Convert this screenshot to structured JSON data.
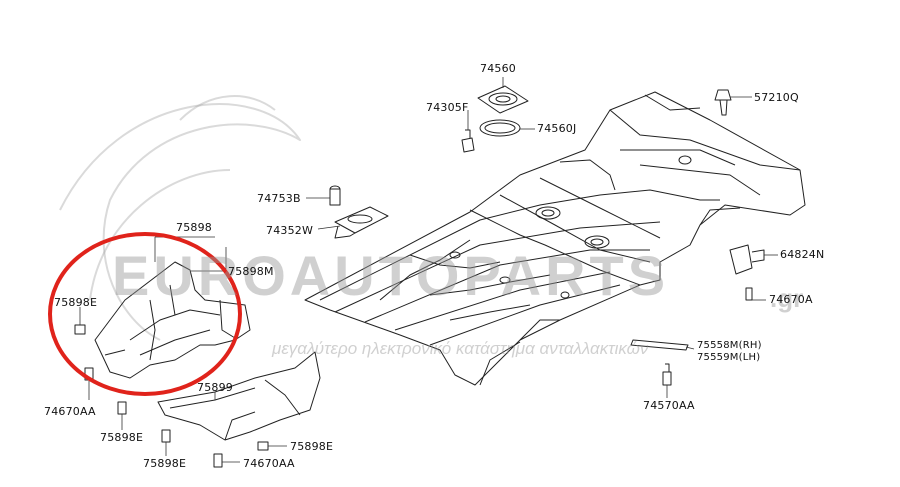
{
  "watermark": {
    "brand": "EUROAUTOPARTS",
    "suffix": ".gr",
    "tagline": "μεγαλύτερο ηλεκτρονικό κατάστημα ανταλλακτικών"
  },
  "callouts": [
    {
      "id": "p74560",
      "text": "74560"
    },
    {
      "id": "p74305F",
      "text": "74305F"
    },
    {
      "id": "p74560J",
      "text": "74560J"
    },
    {
      "id": "p57210Q",
      "text": "57210Q"
    },
    {
      "id": "p74753B",
      "text": "74753B"
    },
    {
      "id": "p74352W",
      "text": "74352W"
    },
    {
      "id": "p75898",
      "text": "75898"
    },
    {
      "id": "p75898M",
      "text": "75898M"
    },
    {
      "id": "p75898E_a",
      "text": "75898E"
    },
    {
      "id": "p64824N",
      "text": "64824N"
    },
    {
      "id": "p74670A_r",
      "text": "74670A"
    },
    {
      "id": "p75558M",
      "text": "75558M(RH)"
    },
    {
      "id": "p75559M",
      "text": "75559M(LH)"
    },
    {
      "id": "p75899",
      "text": "75899"
    },
    {
      "id": "p74670AA_l",
      "text": "74670AA"
    },
    {
      "id": "p75898E_b",
      "text": "75898E"
    },
    {
      "id": "p75898E_c",
      "text": "75898E"
    },
    {
      "id": "p75898E_d",
      "text": "75898E"
    },
    {
      "id": "p74670AA_b",
      "text": "74670AA"
    },
    {
      "id": "p74570AA",
      "text": "74570AA"
    }
  ],
  "highlight": {
    "color": "#e0231b"
  }
}
